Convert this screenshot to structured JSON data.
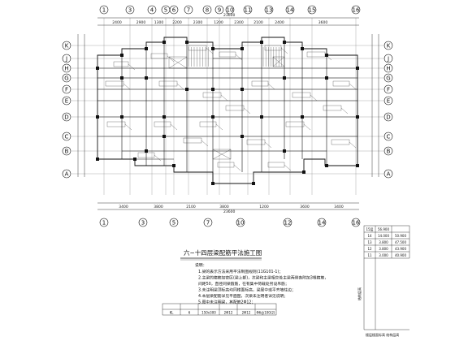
{
  "drawing": {
    "top_axes": [
      "1",
      "3",
      "4",
      "5",
      "6",
      "7",
      "8",
      "9",
      "10",
      "11",
      "13",
      "14",
      "15",
      "16"
    ],
    "bottom_axes": [
      "1",
      "3",
      "5",
      "7",
      "10",
      "12",
      "14",
      "16"
    ],
    "side_axes": [
      "K",
      "J",
      "H",
      "G",
      "F",
      "E",
      "D",
      "C",
      "B",
      "A"
    ],
    "top_overall_dim": "23600",
    "bottom_overall_dim": "23600",
    "top_dims": [
      "2400",
      "2900",
      "1300",
      "2200",
      "2300",
      "1200",
      "2300",
      "2100",
      "2400",
      "3600"
    ],
    "bottom_dims": [
      "3400",
      "3800",
      "2100",
      "3800",
      "1200",
      "3600",
      "3400"
    ],
    "title": "六~十四层梁配筋平法施工图",
    "notes_title": "说明：",
    "notes": [
      "1.梁的表示方法采用平法制图规则(11G101-1)；",
      "2.主梁的箍筋加密区(梁上部)，次梁和主梁相交处主梁两侧各附加3根箍筋，",
      "间距50，直径同梁箍筋，在有集中荷载处另设吊筋；",
      "3.未注明梁顶标高均同楼面标高，梁居中或平齐墙柱边；",
      "4.本层梁配筋详见平面图，次梁未注明者详见说明；",
      "5.图中未注明梁，其配筋2Φ12；"
    ],
    "table_rows": [
      [
        "KL",
        "6",
        "150x300",
        "2Φ12",
        "2Φ12",
        "Φ6@100(2)"
      ]
    ],
    "elev_table": [
      [
        "15层",
        "56.900",
        ""
      ],
      [
        "14",
        "14.000",
        "50.900"
      ],
      [
        "13",
        "3.800",
        "47.500"
      ],
      [
        "12",
        "3.800",
        "43.900"
      ],
      [
        "11",
        "3.000",
        "40.900"
      ]
    ],
    "side_label": "结构层高",
    "footer_label": "楼层楼面标高  结构层高"
  }
}
